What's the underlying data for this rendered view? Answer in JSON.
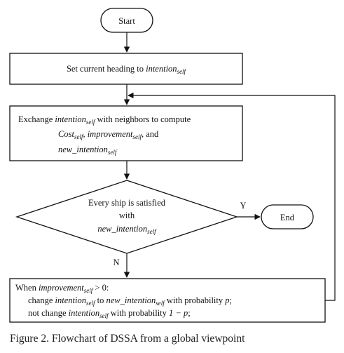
{
  "nodes": {
    "start": {
      "label": "Start"
    },
    "set_heading": {
      "prefix": "Set current heading to ",
      "var": "intention",
      "var_sub": "self"
    },
    "exchange": {
      "line1_prefix": "Exchange ",
      "line1_var": "intention",
      "line1_var_sub": "self",
      "line1_suffix": " with neighbors to compute",
      "line2_var1": "Cost",
      "line2_var1_sub": "self",
      "line2_sep": ", ",
      "line2_var2": "improvement",
      "line2_var2_sub": "self",
      "line2_suffix": ", and",
      "line3_var": "new_intention",
      "line3_var_sub": "self"
    },
    "decision": {
      "line1": "Every ship is satisfied",
      "line2": "with",
      "line3_var": "new_intention",
      "line3_var_sub": "self"
    },
    "end": {
      "label": "End"
    },
    "update": {
      "line1_prefix": "When ",
      "line1_var": "improvement",
      "line1_var_sub": "self",
      "line1_suffix": " > 0:",
      "line2_prefix": "change ",
      "line2_var1": "intention",
      "line2_var1_sub": "self",
      "line2_mid": " to ",
      "line2_var2": "new_intention",
      "line2_var2_sub": "self",
      "line2_suffix_pre": " with probability ",
      "line2_p": "p",
      "line2_end": ";",
      "line3_prefix": "not change ",
      "line3_var": "intention",
      "line3_var_sub": "self",
      "line3_suffix_pre": " with probability ",
      "line3_expr": "1 − p",
      "line3_end": ";"
    }
  },
  "edges": {
    "yes_label": "Y",
    "no_label": "N"
  },
  "caption": "Figure 2. Flowchart of DSSA from a global viewpoint"
}
